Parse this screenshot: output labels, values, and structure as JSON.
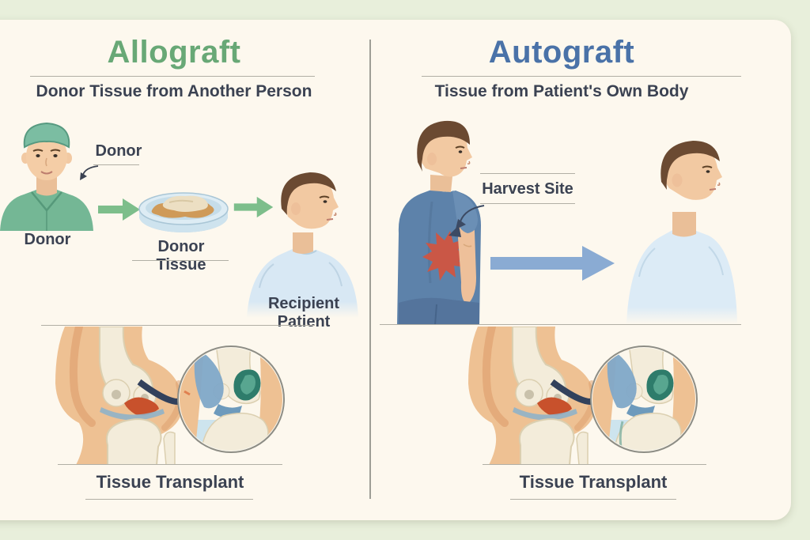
{
  "palette": {
    "background_green": "#e8efdb",
    "card_cream": "#fdf8ee",
    "allograft_accent": "#68a876",
    "autograft_accent": "#4a72a8",
    "text_dark": "#3b4252",
    "line_gray": "#b1afa5",
    "divider_gray": "#9e9e96",
    "arrow_green": "#7dbe8b",
    "arrow_blue": "#8aabd3",
    "harvest_red": "#d4543e"
  },
  "allograft": {
    "title": "Allograft",
    "subtitle": "Donor Tissue from Another Person",
    "donor_callout_label": "Donor",
    "donor_figure_label": "Donor",
    "donor_tissue_label": "Donor Tissue",
    "recipient_label": "Recipient Patient",
    "transplant_label": "Tissue Transplant"
  },
  "autograft": {
    "title": "Autograft",
    "subtitle": "Tissue from Patient's Own Body",
    "harvest_site_label": "Harvest Site",
    "transplant_label": "Tissue Transplant"
  }
}
